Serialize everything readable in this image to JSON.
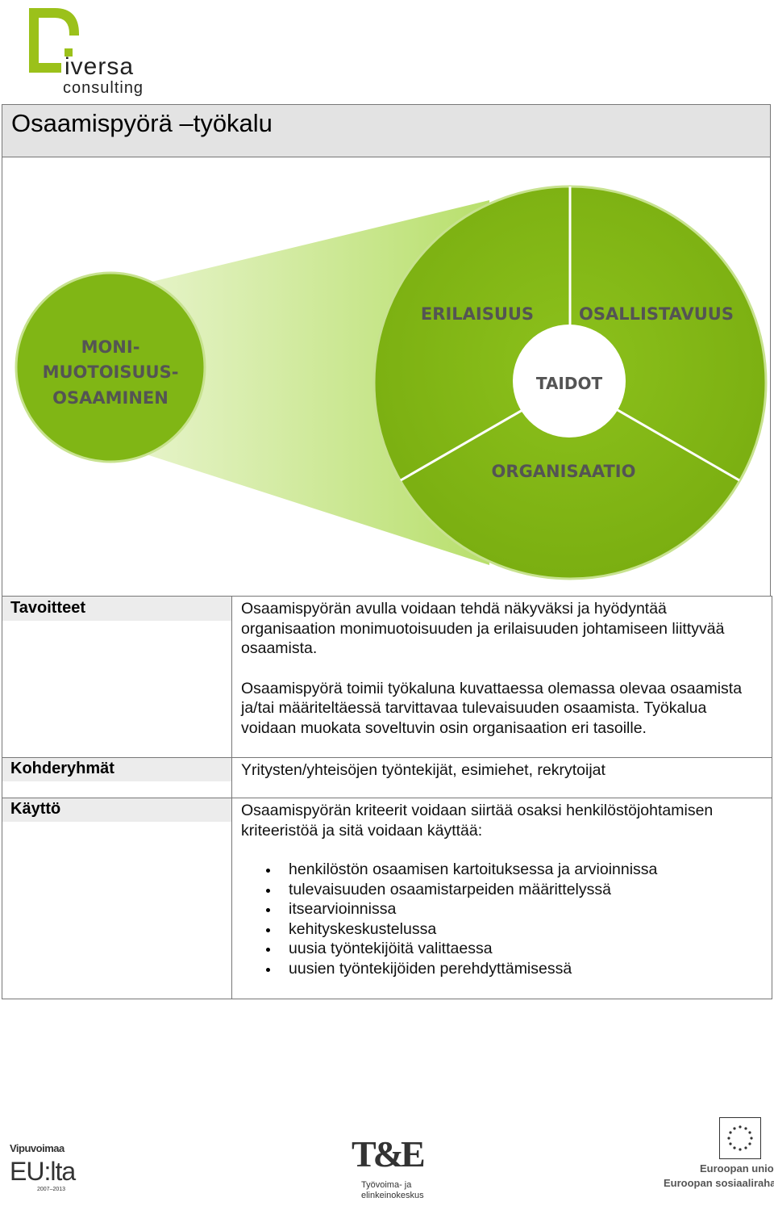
{
  "brand": {
    "logo_line1": "iversa",
    "logo_line2": "consulting",
    "logo_initial": "D",
    "color": "#9bc11a"
  },
  "title": "Osaamispyörä –työkalu",
  "diagram": {
    "left_circle": [
      "MONI-",
      "MUOTOISUUS-",
      "OSAAMINEN"
    ],
    "center": "TAIDOT",
    "segments": {
      "top_left": "ERILAISUUS",
      "top_right": "OSALLISTAVUUS",
      "bottom": "ORGANISAATIO"
    },
    "colors": {
      "green": "#85b817",
      "light_green": "#cde79a",
      "text": "#545454"
    }
  },
  "table": {
    "tavoitteet": {
      "label": "Tavoitteet",
      "p1": "Osaamispyörän avulla voidaan tehdä näkyväksi ja hyödyntää organisaation monimuotoisuuden ja erilaisuuden johtamiseen liittyvää osaamista.",
      "p2": "Osaamispyörä toimii työkaluna kuvattaessa olemassa olevaa osaamista ja/tai määriteltäessä tarvittavaa tulevaisuuden osaamista. Työkalua voidaan muokata soveltuvin osin organisaation eri tasoille."
    },
    "kohderyhmat": {
      "label": "Kohderyhmät",
      "text": "Yritysten/yhteisöjen työntekijät, esimiehet, rekrytoijat"
    },
    "kaytto": {
      "label": "Käyttö",
      "intro": "Osaamispyörän kriteerit voidaan siirtää osaksi henkilöstöjohtamisen kriteeristöä ja sitä voidaan käyttää:",
      "items": [
        "henkilöstön osaamisen kartoituksessa ja arvioinnissa",
        "tulevaisuuden osaamistarpeiden määrittelyssä",
        "itsearvioinnissa",
        "kehityskeskustelussa",
        "uusia työntekijöitä valittaessa",
        "uusien työntekijöiden perehdyttämisessä"
      ]
    }
  },
  "footer": {
    "vipu": {
      "line1": "Vipuvoimaa",
      "line2": "EU:lta",
      "years": "2007–2013"
    },
    "te": {
      "mark": "T&E",
      "line1": "Työvoima- ja",
      "line2": "elinkeinokeskus"
    },
    "eu": {
      "line1": "Euroopan unioni",
      "line2": "Euroopan sosiaalirahasto"
    }
  }
}
